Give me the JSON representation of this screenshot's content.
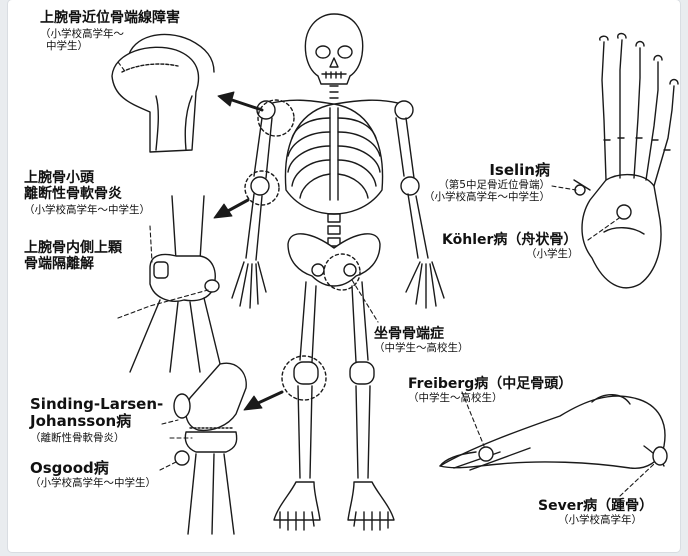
{
  "labels": {
    "proximal_humerus": {
      "name": "上腕骨近位骨端線障害",
      "ages_line1": "（小学校高学年〜",
      "ages_line2": "中学生）"
    },
    "capitellum": {
      "name_line1": "上腕骨小頭",
      "name_line2": "離断性骨軟骨炎",
      "ages": "（小学校高学年〜中学生）"
    },
    "medial_epicondyle": {
      "name_line1": "上腕骨内側上顆",
      "name_line2": "骨端隔離解"
    },
    "sinding_larsen": {
      "name_line1": "Sinding-Larsen-",
      "name_line2": "Johansson病",
      "note": "（離断性骨軟骨炎）"
    },
    "osgood": {
      "name": "Osgood病",
      "ages": "（小学校高学年〜中学生）"
    },
    "iselin": {
      "name": "Iselin病",
      "note": "（第5中足骨近位骨端）",
      "ages": "（小学校高学年〜中学生）"
    },
    "kohler": {
      "name": "Köhler病（舟状骨）",
      "ages": "（小学生）"
    },
    "ischial": {
      "name": "坐骨骨端症",
      "ages": "（中学生〜高校生）"
    },
    "freiberg": {
      "name": "Freiberg病（中足骨頭）",
      "ages": "（中学生〜高校生）"
    },
    "sever": {
      "name": "Sever病（踵骨）",
      "ages": "（小学校高学年）"
    }
  },
  "colors": {
    "line": "#1a1a1a",
    "bone_fill": "#ffffff",
    "frame_bg": "#ffffff",
    "page_bg": "#e9ecef"
  }
}
